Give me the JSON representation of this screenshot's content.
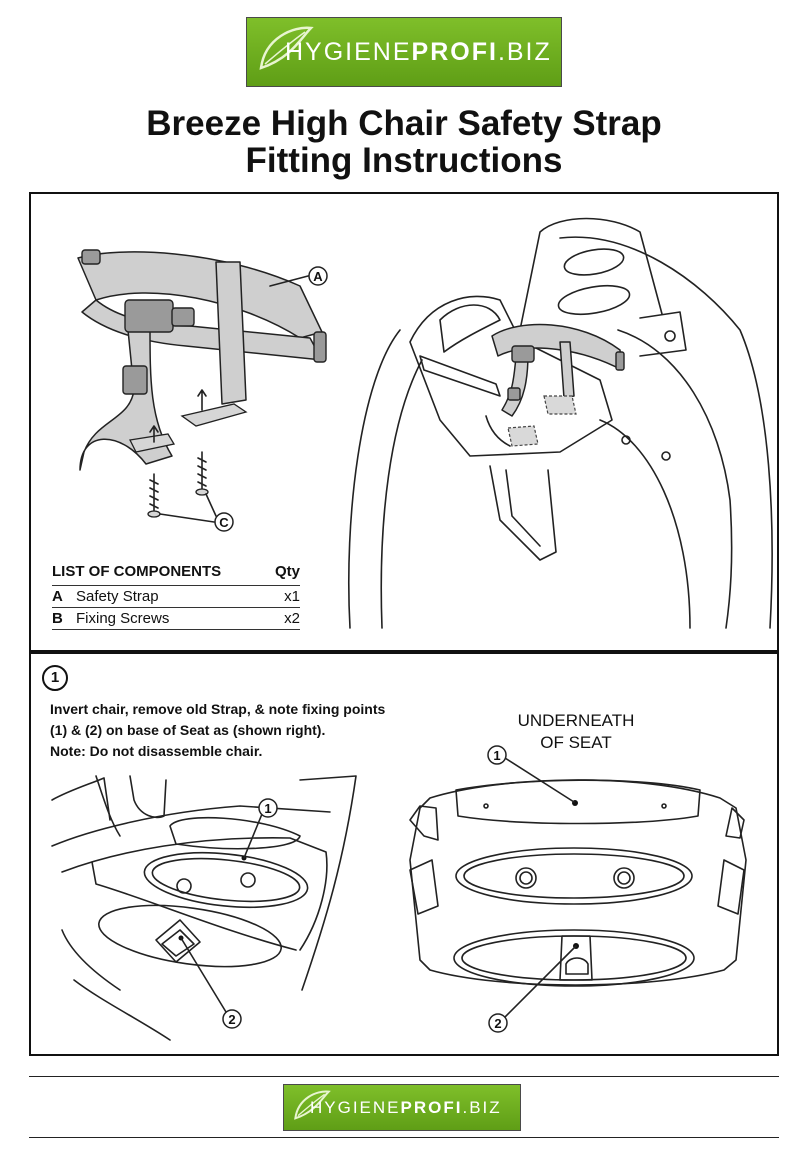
{
  "logo": {
    "light": "HYGIENE",
    "bold": "PROFI",
    "suffix": ".BIZ",
    "color": "#6aac1e"
  },
  "title": {
    "line1": "Breeze High Chair Safety Strap",
    "line2": "Fitting Instructions"
  },
  "callouts": {
    "a": "A",
    "c": "C",
    "one": "1",
    "two": "2"
  },
  "components": {
    "heading": "LIST OF COMPONENTS",
    "qty_heading": "Qty",
    "rows": [
      {
        "key": "A",
        "name": "Safety Strap",
        "qty": "x1"
      },
      {
        "key": "B",
        "name": "Fixing Screws",
        "qty": "x2"
      }
    ]
  },
  "step1": {
    "number": "1",
    "lines": [
      "Invert chair, remove old Strap, & note fixing points",
      "(1) & (2) on base of Seat as (shown right).",
      "Note: Do not disassemble chair."
    ],
    "underneath_line1": "UNDERNEATH",
    "underneath_line2": "OF SEAT"
  },
  "icons": {
    "logo_mark": "leaf-icon"
  }
}
